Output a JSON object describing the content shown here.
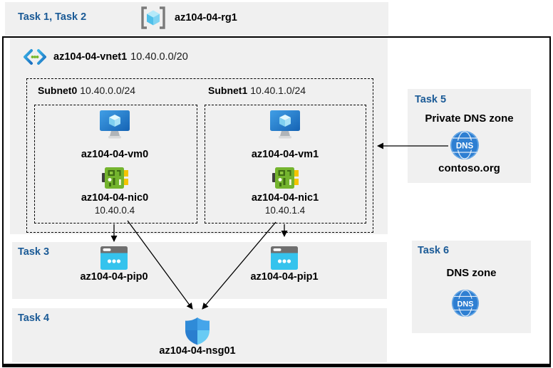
{
  "colors": {
    "accent_blue": "#1a5a96",
    "box_gray": "#f0f0f0",
    "arrow": "#000000",
    "pip_cyan": "#35c3ed",
    "nic_green": "#74b42e",
    "dns_blue": "#2e7fd2",
    "vm_blue": "#1f7ac9"
  },
  "header": {
    "tasks_label": "Task 1, Task 2",
    "rg_icon": "resource-group-icon",
    "rg_name": "az104-04-rg1"
  },
  "vnet": {
    "icon": "virtual-network-icon",
    "name": "az104-04-vnet1",
    "cidr": "10.40.0.0/20"
  },
  "subnets": [
    {
      "label": "Subnet0",
      "cidr": "10.40.0.0/24",
      "vm": "az104-04-vm0",
      "nic": "az104-04-nic0",
      "ip": "10.40.0.4"
    },
    {
      "label": "Subnet1",
      "cidr": "10.40.1.0/24",
      "vm": "az104-04-vm1",
      "nic": "az104-04-nic1",
      "ip": "10.40.1.4"
    }
  ],
  "task3": {
    "label": "Task 3",
    "pip_icon": "public-ip-icon",
    "pips": [
      "az104-04-pip0",
      "az104-04-pip1"
    ]
  },
  "task4": {
    "label": "Task 4",
    "nsg_icon": "network-security-group-shield-icon",
    "nsg_name": "az104-04-nsg01"
  },
  "task5": {
    "label": "Task 5",
    "title": "Private DNS zone",
    "zone_name": "contoso.org",
    "icon_text": "DNS"
  },
  "task6": {
    "label": "Task 6",
    "title": "DNS zone",
    "icon_text": "DNS"
  }
}
